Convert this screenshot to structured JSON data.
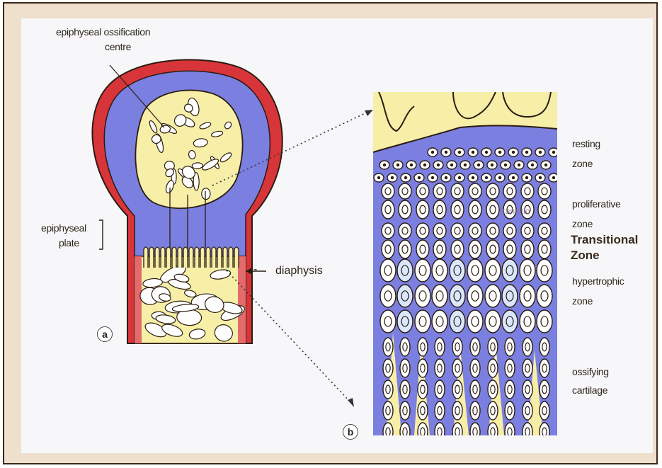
{
  "labels": {
    "ossification_center": "epiphyseal ossification\ncentre",
    "ossification_line1": "epiphyseal ossification",
    "ossification_line2": "centre",
    "plate_line1": "epiphyseal",
    "plate_line2": "plate",
    "diaphysis": "diaphysis",
    "resting_line1": "resting",
    "resting_line2": "zone",
    "proliferative_line1": "proliferative",
    "proliferative_line2": "zone",
    "transitional_line1": "Transitional",
    "transitional_line2": "Zone",
    "hypertrophic_line1": "hypertrophic",
    "hypertrophic_line2": "zone",
    "ossifying_line1": "ossifying",
    "ossifying_line2": "cartilage",
    "panel_a": "a",
    "panel_b": "b",
    "faint_overlay": "Transitio"
  },
  "colors": {
    "cartilage_blue": "#7b7fe0",
    "bone_yellow": "#f7eea8",
    "periosteum_red": "#d8353a",
    "outline": "#2a1c10",
    "frame_bg": "#efe0ce"
  }
}
